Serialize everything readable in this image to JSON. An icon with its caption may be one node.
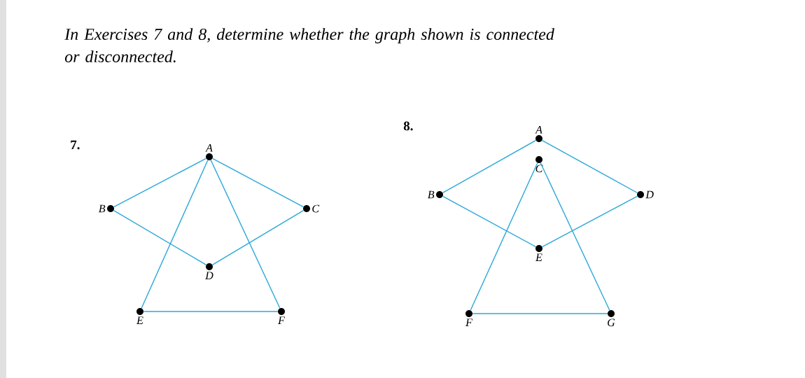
{
  "diagram": {
    "title": "In Exercises 7 and 8, determine whether the graph shown is connected or disconnected.",
    "nodes": [
      {
        "text": [],
        "shape": "circle",
        "beside": [
          "A"
        ]
      },
      {
        "text": [],
        "shape": "circle",
        "beside": [
          "B"
        ]
      },
      {
        "text": [],
        "shape": "circle",
        "beside": [
          "C"
        ]
      },
      {
        "text": [],
        "shape": "circle",
        "beside": [
          "D"
        ]
      },
      {
        "text": [],
        "shape": "circle",
        "beside": [
          "E"
        ]
      },
      {
        "text": [],
        "shape": "circle",
        "beside": [
          "F"
        ]
      },
      {
        "text": [],
        "shape": "circle",
        "beside": [
          "A"
        ]
      },
      {
        "text": [],
        "shape": "circle",
        "beside": [
          "C"
        ]
      },
      {
        "text": [],
        "shape": "circle",
        "beside": [
          "B"
        ]
      },
      {
        "text": [],
        "shape": "circle",
        "beside": [
          "D"
        ]
      },
      {
        "text": [],
        "shape": "circle",
        "beside": [
          "E"
        ]
      },
      {
        "text": [],
        "shape": "circle",
        "beside": [
          "F"
        ]
      },
      {
        "text": [],
        "shape": "circle",
        "beside": [
          "G"
        ]
      }
    ],
    "edges": [
      {
        "from": 0,
        "to": 1,
        "arrow": "none"
      },
      {
        "from": 0,
        "to": 2,
        "arrow": "none"
      },
      {
        "from": 0,
        "to": 4,
        "arrow": "none"
      },
      {
        "from": 0,
        "to": 5,
        "arrow": "none"
      },
      {
        "from": 1,
        "to": 3,
        "arrow": "none"
      },
      {
        "from": 3,
        "to": 2,
        "arrow": "none"
      },
      {
        "from": 4,
        "to": 5,
        "arrow": "none"
      },
      {
        "from": 6,
        "to": 8,
        "arrow": "none"
      },
      {
        "from": 6,
        "to": 9,
        "arrow": "none"
      },
      {
        "from": 8,
        "to": 10,
        "arrow": "none"
      },
      {
        "from": 10,
        "to": 9,
        "arrow": "none"
      },
      {
        "from": 7,
        "to": 11,
        "arrow": "none"
      },
      {
        "from": 7,
        "to": 12,
        "arrow": "none"
      },
      {
        "from": 11,
        "to": 12,
        "arrow": "none"
      }
    ],
    "labels": [
      "7.",
      "8."
    ]
  }
}
